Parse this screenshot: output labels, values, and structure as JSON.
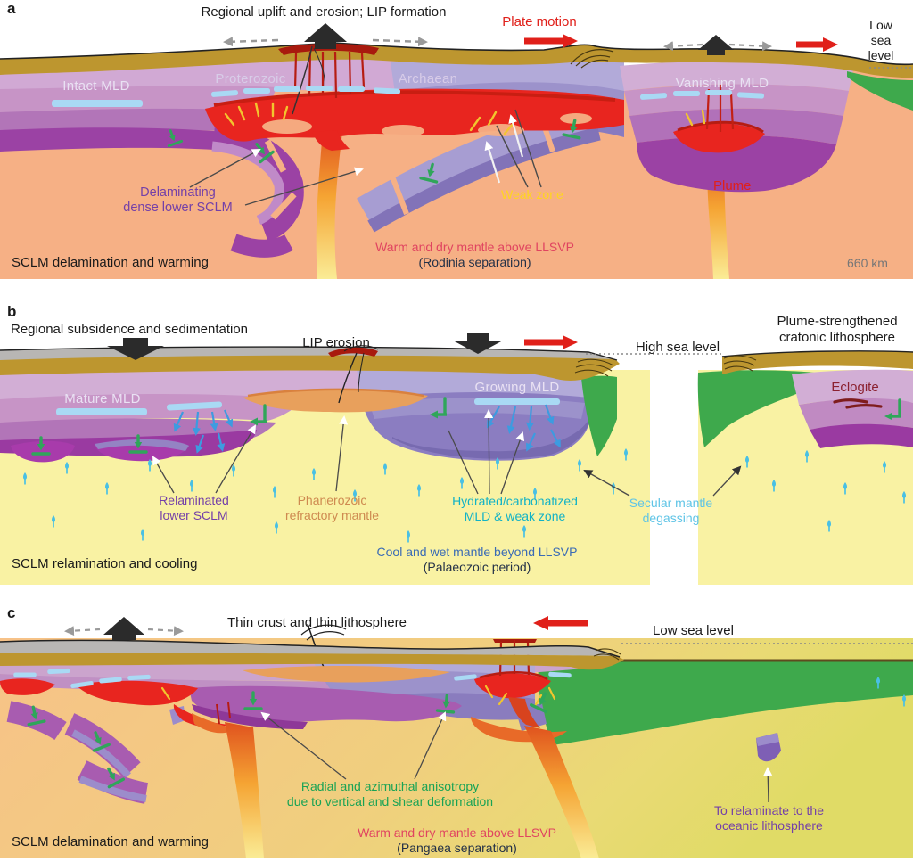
{
  "palette": {
    "accent_red": "#E0201A",
    "mld_blue": "#A9D9F4",
    "crust_olive": "#BD962F",
    "ocean_green": "#3EA94C",
    "warm_mantle_bg": "#F6B085",
    "cool_mantle_bg": "#F9F2A3",
    "plume_orange": "#F59E2F",
    "green_marker": "#2FA65A",
    "degas_cyan": "#49C0E4"
  },
  "panel_a": {
    "id": "a",
    "title": "Regional uplift and erosion; LIP formation",
    "plate_motion": "Plate motion",
    "sea_level": "Low\nsea\nlevel",
    "intact_mld": "Intact MLD",
    "proterozoic": "Proterozoic",
    "archaean": "Archaean",
    "vanishing_mld": "Vanishing MLD",
    "delaminating_sclm": "Delaminating\ndense lower SCLM",
    "weak_zone": "Weak zone",
    "plume": "Plume",
    "mantle_state": "Warm and dry mantle above LLSVP",
    "tectonic_context": "(Rodinia separation)",
    "process": "SCLM delamination and warming",
    "depth_marker": "660 km"
  },
  "panel_b": {
    "id": "b",
    "title": "Regional subsidence and sedimentation",
    "lip_erosion": "LIP erosion",
    "sea_level": "High sea level",
    "plume_strengthened": "Plume-strengthened\ncratonic lithosphere",
    "mature_mld": "Mature MLD",
    "growing_mld": "Growing MLD",
    "eclogite": "Eclogite",
    "relaminated_sclm": "Relaminated\nlower SCLM",
    "phanerozoic_mantle": "Phanerozoic\nrefractory mantle",
    "hydrated_mld": "Hydrated/carbonatized\nMLD & weak zone",
    "degassing": "Secular mantle\ndegassing",
    "mantle_state": "Cool and wet mantle beyond LLSVP",
    "tectonic_context": "(Palaeozoic period)",
    "process": "SCLM relamination and cooling"
  },
  "panel_c": {
    "id": "c",
    "title": "Thin crust and thin lithosphere",
    "sea_level": "Low sea level",
    "anisotropy": "Radial and azimuthal anisotropy\ndue to vertical and shear deformation",
    "relaminate": "To relaminate to the\noceanic lithosphere",
    "mantle_state": "Warm and dry mantle above LLSVP",
    "tectonic_context": "(Pangaea separation)",
    "process": "SCLM delamination and warming"
  }
}
